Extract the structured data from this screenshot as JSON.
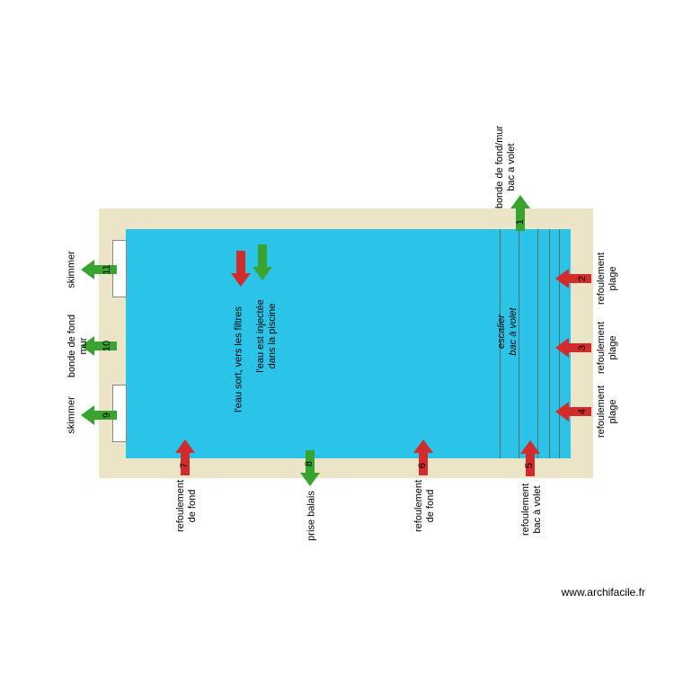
{
  "watermark": "www.archifacile.fr",
  "colors": {
    "deck": "#ebe4c6",
    "water": "#2cc3e8",
    "arrow_red": "#d22b2b",
    "arrow_green": "#38a42f",
    "skimmer_box": "#ffffff",
    "step_line": "#666666"
  },
  "pool": {
    "stairs_label": "escalier\nbac à volet"
  },
  "arrows": [
    {
      "number": "1",
      "label": "bonde de fond/mur\nbac a volet",
      "color": "green",
      "direction": "up"
    },
    {
      "number": "2",
      "label": "refoulement\nplage",
      "color": "red",
      "direction": "left"
    },
    {
      "number": "3",
      "label": "refoulement\nplage",
      "color": "red",
      "direction": "left"
    },
    {
      "number": "4",
      "label": "refoulement\nplage",
      "color": "red",
      "direction": "left"
    },
    {
      "number": "5",
      "label": "refoulement\nbac à volet",
      "color": "red",
      "direction": "up"
    },
    {
      "number": "6",
      "label": "refoulement\nde fond",
      "color": "red",
      "direction": "up"
    },
    {
      "number": "7",
      "label": "refoulement\nde fond",
      "color": "red",
      "direction": "up"
    },
    {
      "number": "8",
      "label": "prise balais",
      "color": "green",
      "direction": "down"
    },
    {
      "number": "9",
      "label": "skimmer",
      "color": "green",
      "direction": "left"
    },
    {
      "number": "10",
      "label": "bonde de fond\nmur",
      "color": "green",
      "direction": "left"
    },
    {
      "number": "11",
      "label": "skimmer",
      "color": "green",
      "direction": "left"
    }
  ],
  "flow_notes": [
    {
      "label": "l'eau sort,  vers les filtres",
      "color": "red",
      "direction": "down"
    },
    {
      "label": "l'eau est injectée\ndans la piscine",
      "color": "green",
      "direction": "down"
    }
  ]
}
